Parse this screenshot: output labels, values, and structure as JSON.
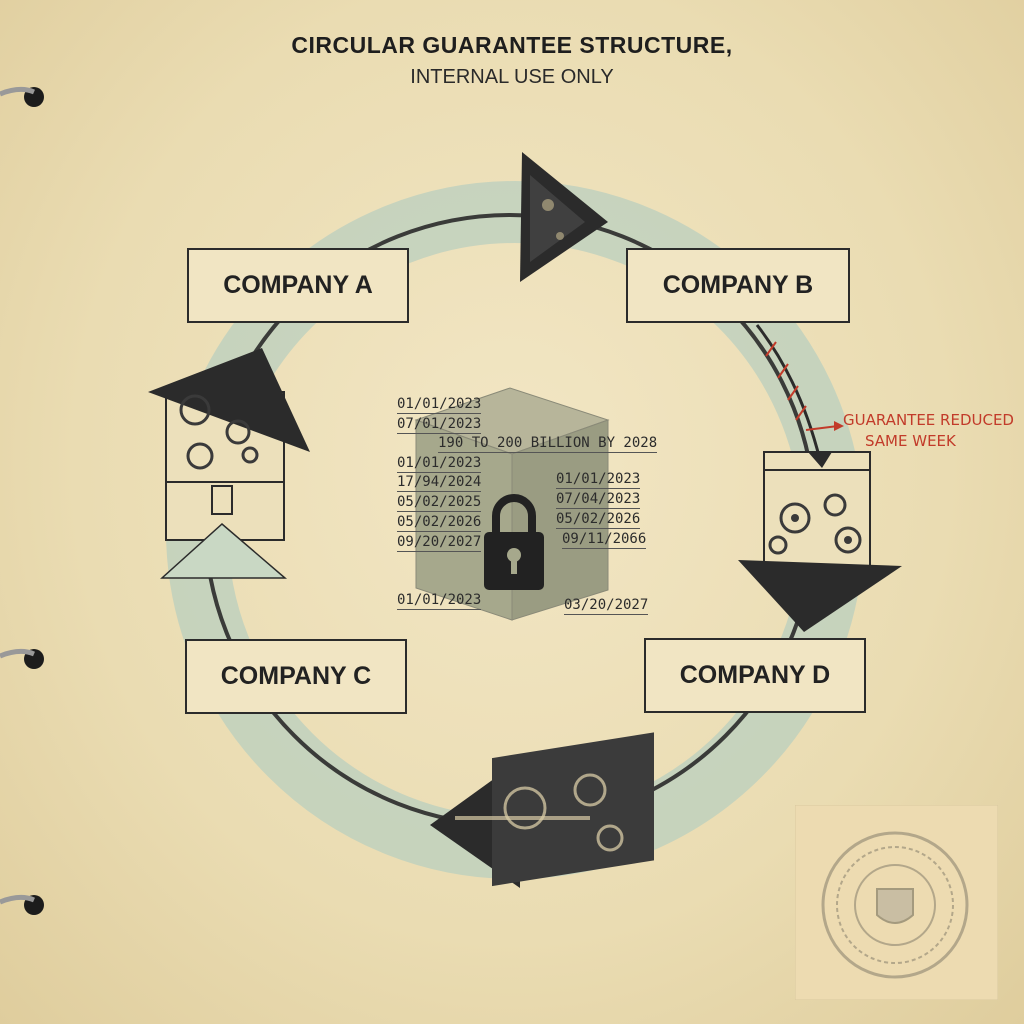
{
  "header": {
    "title": "CIRCULAR GUARANTEE STRUCTURE,",
    "subtitle": "INTERNAL USE ONLY"
  },
  "companies": {
    "a": "COMPANY A",
    "b": "COMPANY B",
    "c": "COMPANY C",
    "d": "COMPANY D"
  },
  "center": {
    "dates_left": [
      "01/01/2023",
      "07/01/2023",
      "01/01/2023",
      "17/94/2024",
      "05/02/2025",
      "05/02/2026",
      "09/20/2027"
    ],
    "headline": "190 TO 200 BILLION BY 2028",
    "dates_right": [
      "01/01/2023",
      "07/04/2023",
      "05/02/2026",
      "09/11/2066"
    ],
    "bottom_left": "01/01/2023",
    "bottom_right": "03/20/2027",
    "icons": [
      "cube-icon",
      "padlock-icon"
    ]
  },
  "annotation": {
    "line1": "GUARANTEE REDUCED",
    "line2": "SAME WEEK",
    "color": "#c23b2a"
  },
  "colors": {
    "paper": "#efe3bf",
    "ink": "#222222",
    "ring": "#b7cdbd",
    "stamp_red": "#c23b2a"
  }
}
